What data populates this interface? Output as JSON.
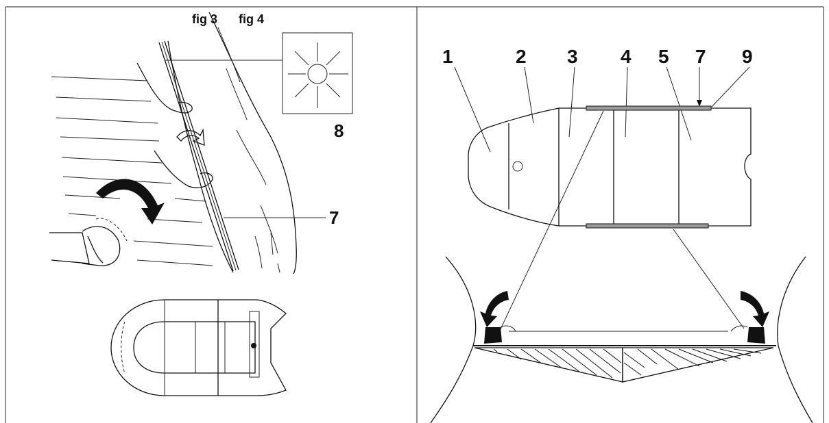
{
  "colors": {
    "ink": "#111111",
    "paper": "#ffffff",
    "rail": "#9a9a9a"
  },
  "left_panel": {
    "fig3_label": "fig 3",
    "fig4_label": "fig 4",
    "callout_8": "8",
    "callout_7": "7",
    "icons": [
      "sun-icon",
      "curved-arrow-icon"
    ]
  },
  "right_panel": {
    "part_labels": [
      "1",
      "2",
      "3",
      "4",
      "5",
      "7",
      "9"
    ],
    "icons": [
      "curved-arrow-left-icon",
      "curved-arrow-right-icon"
    ]
  }
}
